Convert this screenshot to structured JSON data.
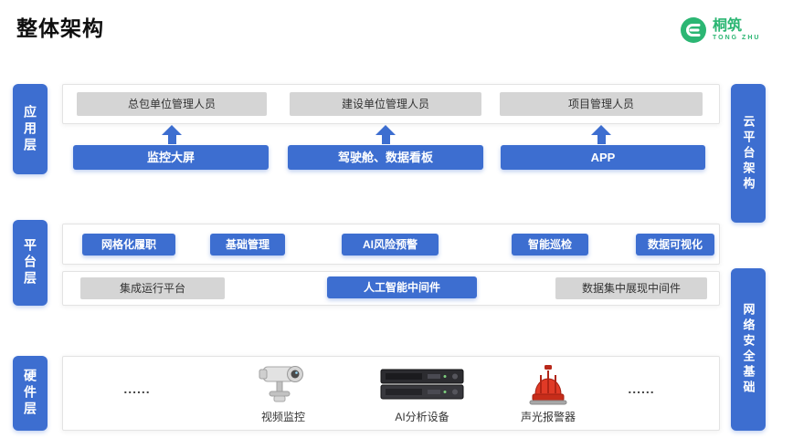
{
  "page": {
    "title": "整体架构"
  },
  "logo": {
    "name": "桐筑",
    "subtitle": "TONG ZHU",
    "color": "#2bb673"
  },
  "colors": {
    "primary_blue": "#3d6ed0",
    "box_gray": "#d5d5d5"
  },
  "side_labels": {
    "cloud": "云平台架构",
    "security": "网络安全基础"
  },
  "app_layer": {
    "label": "应用层",
    "users": [
      "总包单位管理人员",
      "建设单位管理人员",
      "项目管理人员"
    ],
    "apps": [
      "监控大屏",
      "驾驶舱、数据看板",
      "APP"
    ]
  },
  "platform_layer": {
    "label": "平台层",
    "modules": [
      "网格化履职",
      "基础管理",
      "AI风险预警",
      "智能巡检",
      "数据可视化"
    ],
    "middleware": [
      "集成运行平台",
      "人工智能中间件",
      "数据集中展现中间件"
    ]
  },
  "hardware_layer": {
    "label": "硬件层",
    "ellipsis": "......",
    "devices": [
      "视频监控",
      "AI分析设备",
      "声光报警器"
    ]
  }
}
